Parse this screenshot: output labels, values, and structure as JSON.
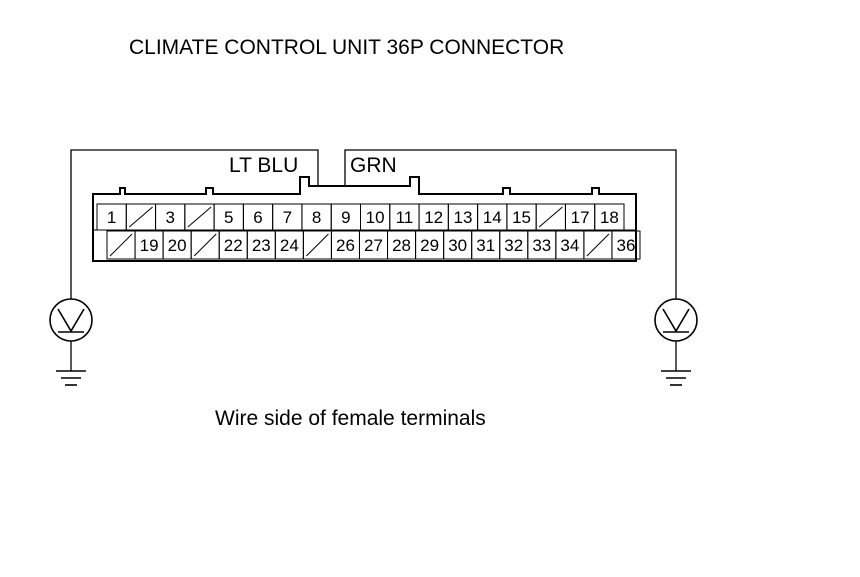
{
  "title": "CLIMATE CONTROL UNIT 36P CONNECTOR",
  "caption": "Wire side of female terminals",
  "wires": {
    "left": "LT BLU",
    "right": "GRN"
  },
  "connector": {
    "top_row": [
      "1",
      "",
      "3",
      "",
      "5",
      "6",
      "7",
      "8",
      "9",
      "10",
      "11",
      "12",
      "13",
      "14",
      "15",
      "",
      "17",
      "18"
    ],
    "bottom_row": [
      "",
      "19",
      "20",
      "",
      "22",
      "23",
      "24",
      "",
      "26",
      "27",
      "28",
      "29",
      "30",
      "31",
      "32",
      "33",
      "34",
      "",
      "36"
    ]
  },
  "meters": [
    "voltmeter-icon",
    "voltmeter-icon"
  ],
  "grounds": [
    "ground-icon",
    "ground-icon"
  ]
}
